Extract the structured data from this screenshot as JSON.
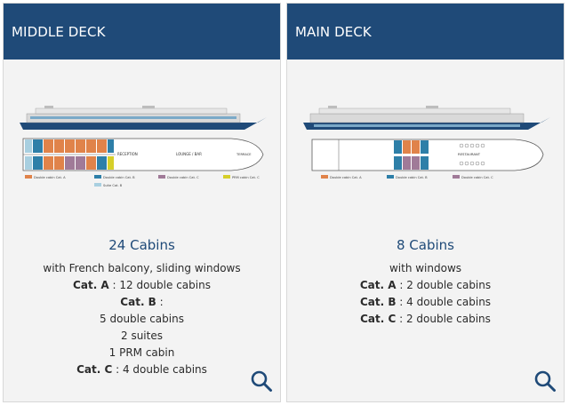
{
  "colors": {
    "header": "#1f4a78",
    "cat_a": "#e0834a",
    "cat_b": "#2e7fa8",
    "cat_c": "#a07a98",
    "prm": "#d6cf2a",
    "suite": "#a8cfe0",
    "hull": "#1f4a78"
  },
  "cards": [
    {
      "title": "MIDDLE DECK",
      "cabin_count": "24 Cabins",
      "subtitle": "with French balcony, sliding windows",
      "lines": [
        {
          "bold": "Cat. A",
          "text": " : 12 double cabins"
        },
        {
          "bold": "Cat. B",
          "text": " :"
        },
        {
          "bold": "",
          "text": "5 double cabins"
        },
        {
          "bold": "",
          "text": "2 suites"
        },
        {
          "bold": "",
          "text": "1 PRM cabin"
        },
        {
          "bold": "Cat. C",
          "text": " : 4 double cabins"
        }
      ],
      "plan": {
        "reception": "RECEPTION",
        "lounge": "LOUNGE / BAR",
        "terrace": "TERRACE",
        "legend": [
          "Double cabin Cat. A",
          "Double cabin Cat. B",
          "Double cabin Cat. C",
          "PRM cabin Cat. C",
          "Suite Cat. B"
        ]
      },
      "icon": "search-icon"
    },
    {
      "title": "MAIN DECK",
      "cabin_count": "8 Cabins",
      "subtitle": "with windows",
      "lines": [
        {
          "bold": "Cat. A",
          "text": " : 2 double cabins"
        },
        {
          "bold": "Cat. B",
          "text": " : 4 double cabins"
        },
        {
          "bold": "Cat. C",
          "text": " : 2 double cabins"
        }
      ],
      "plan": {
        "restaurant": "RESTAURANT",
        "legend": [
          "Double cabin Cat. A",
          "Double cabin Cat. B",
          "Double cabin Cat. C"
        ]
      },
      "icon": "search-icon"
    }
  ]
}
